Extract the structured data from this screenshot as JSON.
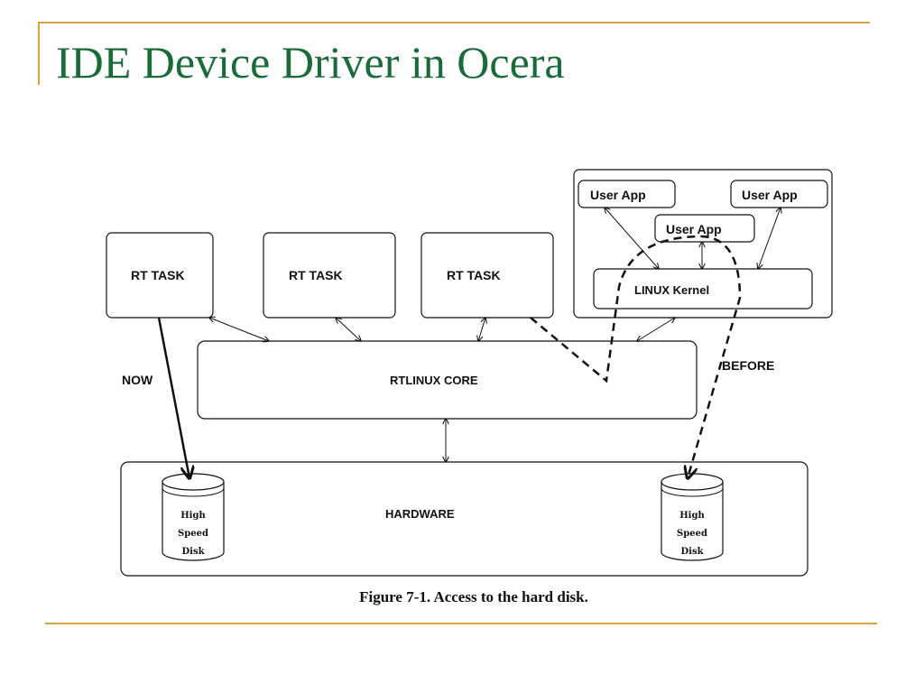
{
  "slide": {
    "title": "IDE Device Driver in Ocera",
    "accent_color": "#d9a441",
    "title_color": "#1a6b3a"
  },
  "diagram": {
    "rt_tasks": [
      "RT TASK",
      "RT TASK",
      "RT TASK"
    ],
    "user_apps": [
      "User App",
      "User App",
      "User App"
    ],
    "linux_kernel": "LINUX Kernel",
    "core": "RTLINUX CORE",
    "hardware": "HARDWARE",
    "now_label": "NOW",
    "before_label": "BEFORE",
    "disk_left": [
      "High",
      "Speed",
      "Disk"
    ],
    "disk_right": [
      "High",
      "Speed",
      "Disk"
    ],
    "caption": "Figure 7-1. Access to the hard disk."
  }
}
